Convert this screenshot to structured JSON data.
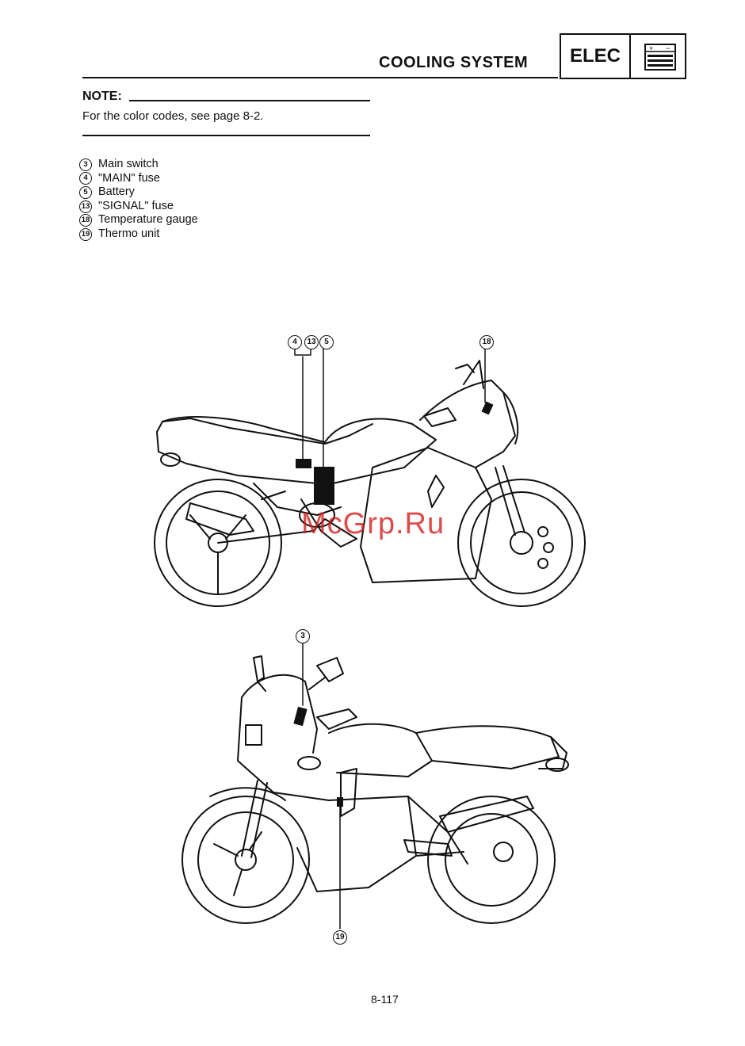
{
  "header": {
    "section_title": "COOLING SYSTEM",
    "tab_label": "ELEC",
    "tab_icon": "battery-plus-minus-icon"
  },
  "note": {
    "heading": "NOTE:",
    "text": "For the color codes, see page 8-2."
  },
  "legend": [
    {
      "num": "3",
      "label": "Main switch"
    },
    {
      "num": "4",
      "label": "\"MAIN\" fuse"
    },
    {
      "num": "5",
      "label": "Battery"
    },
    {
      "num": "13",
      "label": "\"SIGNAL\" fuse"
    },
    {
      "num": "18",
      "label": "Temperature gauge"
    },
    {
      "num": "19",
      "label": "Thermo unit"
    }
  ],
  "figure_top": {
    "callouts": [
      "4",
      "13",
      "5",
      "18"
    ]
  },
  "figure_bottom": {
    "callouts": [
      "3",
      "19"
    ]
  },
  "watermark": "McGrp.Ru",
  "footer": {
    "page_number": "8-117"
  }
}
